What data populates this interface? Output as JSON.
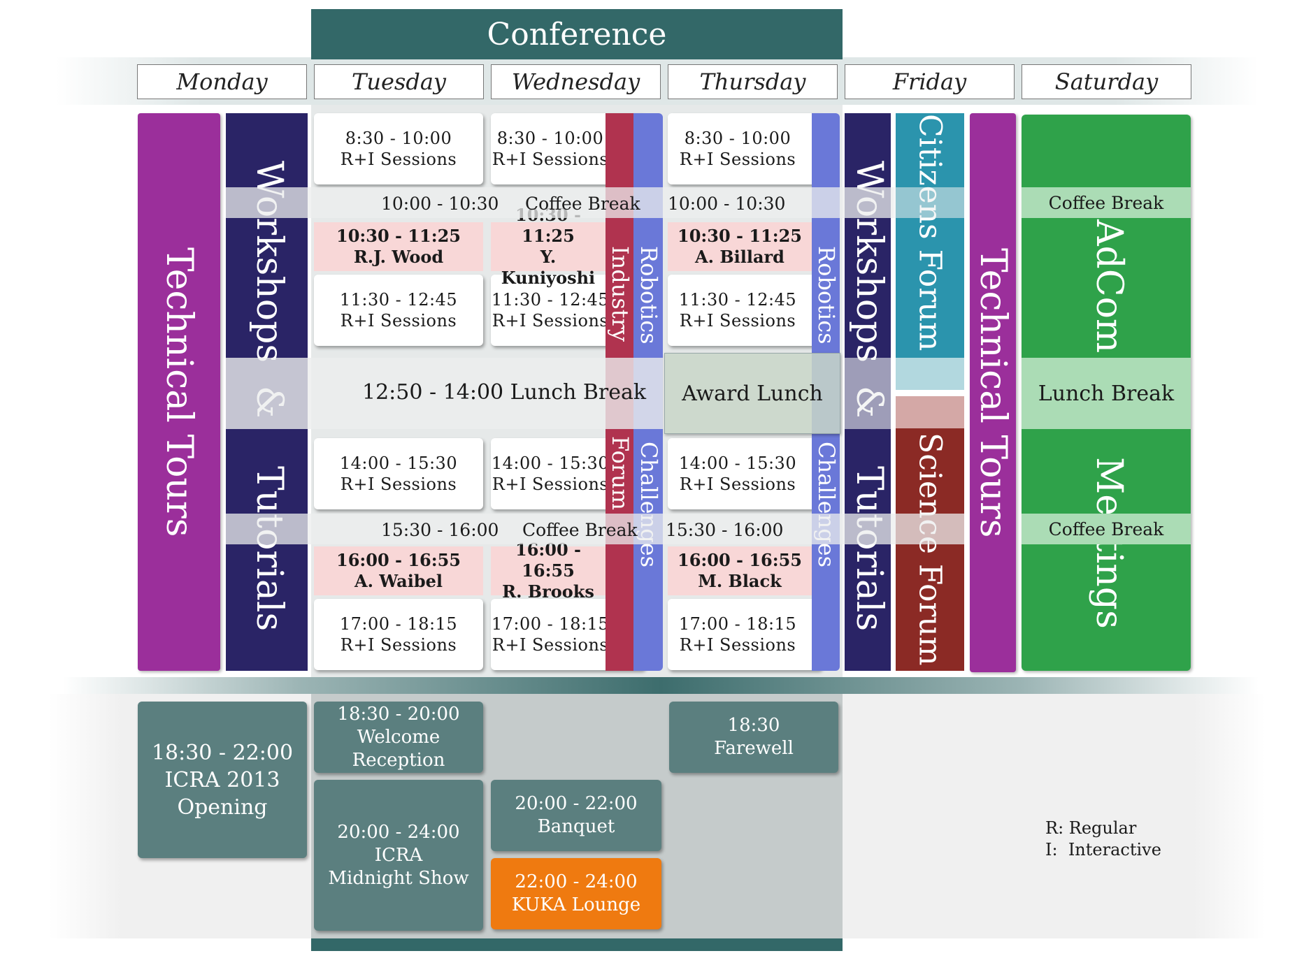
{
  "conference_label": "Conference",
  "days": [
    "Monday",
    "Tuesday",
    "Wednesday",
    "Thursday",
    "Friday",
    "Saturday"
  ],
  "tracks": {
    "technical_tours": "Technical Tours",
    "workshops_top": "Workshops",
    "workshops_amp": "&",
    "workshops_bottom": "Tutorials",
    "industry_top": "Industry",
    "industry_bottom": "Forum",
    "robotics_top": "Robotics",
    "robotics_bottom": "Challenges",
    "citizens_forum": "Citizens Forum",
    "science_forum": "Science Forum",
    "adcom_top": "AdCom",
    "adcom_bottom": "Meetings"
  },
  "sessions": {
    "s1_time": "8:30 - 10:00",
    "s2_time": "11:30 - 12:45",
    "s3_time": "14:00 - 15:30",
    "s4_time": "17:00 - 18:15",
    "label": "R+I Sessions"
  },
  "breaks": {
    "morning_time_a": "10:00 - 10:30",
    "morning_label": "Coffee Break",
    "morning_time_b": "10:00 - 10:30",
    "lunch": "12:50 - 14:00 Lunch Break",
    "award_lunch": "Award Lunch",
    "afternoon_time_a": "15:30 - 16:00",
    "afternoon_label": "Coffee Break",
    "afternoon_time_b": "15:30 - 16:00",
    "sat_coffee": "Coffee Break",
    "sat_lunch": "Lunch Break"
  },
  "plenaries": [
    {
      "time": "10:30 - 11:25",
      "speaker": "R.J. Wood"
    },
    {
      "time": "10:30 - 11:25",
      "speaker": "Y. Kuniyoshi"
    },
    {
      "time": "10:30 - 11:25",
      "speaker": "A. Billard"
    },
    {
      "time": "16:00 - 16:55",
      "speaker": "A. Waibel"
    },
    {
      "time": "16:00 - 16:55",
      "speaker": "R. Brooks"
    },
    {
      "time": "16:00 - 16:55",
      "speaker": "M. Black"
    }
  ],
  "evening": {
    "opening": [
      "18:30 - 22:00",
      "ICRA 2013",
      "Opening"
    ],
    "welcome": [
      "18:30 - 20:00",
      "Welcome",
      "Reception"
    ],
    "midnight": [
      "20:00 - 24:00",
      "ICRA",
      "Midnight Show"
    ],
    "banquet": [
      "20:00 - 22:00",
      "Banquet"
    ],
    "kuka": [
      "22:00 - 24:00",
      "KUKA Lounge"
    ],
    "farewell": [
      "18:30",
      "Farewell"
    ]
  },
  "legend": [
    "R: Regular",
    "I:  Interactive"
  ],
  "colors": {
    "conference": "#336868",
    "technical_tours": "#9b2f9b",
    "workshops": "#2a2466",
    "plenary": "#f8d7d7",
    "industry_forum": "#b0334f",
    "robotics_challenges": "#6a78d8",
    "citizens_forum": "#2b94ad",
    "science_forum": "#8b2a25",
    "adcom": "#2fa24a",
    "evening_event": "#5b7f7f",
    "kuka_lounge": "#ef7a10"
  }
}
